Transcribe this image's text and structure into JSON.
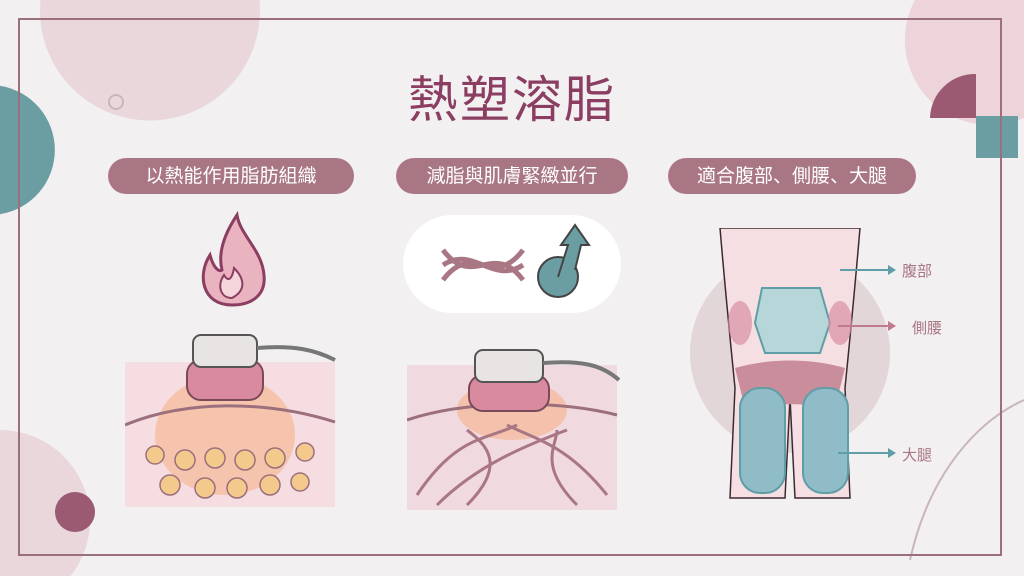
{
  "title": "熱塑溶脂",
  "pills": [
    "以熱能作用脂肪組織",
    "減脂與肌膚緊緻並行",
    "適合腹部、側腰、大腿"
  ],
  "body_labels": {
    "abdomen": "腹部",
    "flank": "側腰",
    "thigh": "大腿"
  },
  "colors": {
    "title": "#8b3e62",
    "pill": "#a97684",
    "teal": "#5f9ea6",
    "frame": "#9c6f7d"
  }
}
